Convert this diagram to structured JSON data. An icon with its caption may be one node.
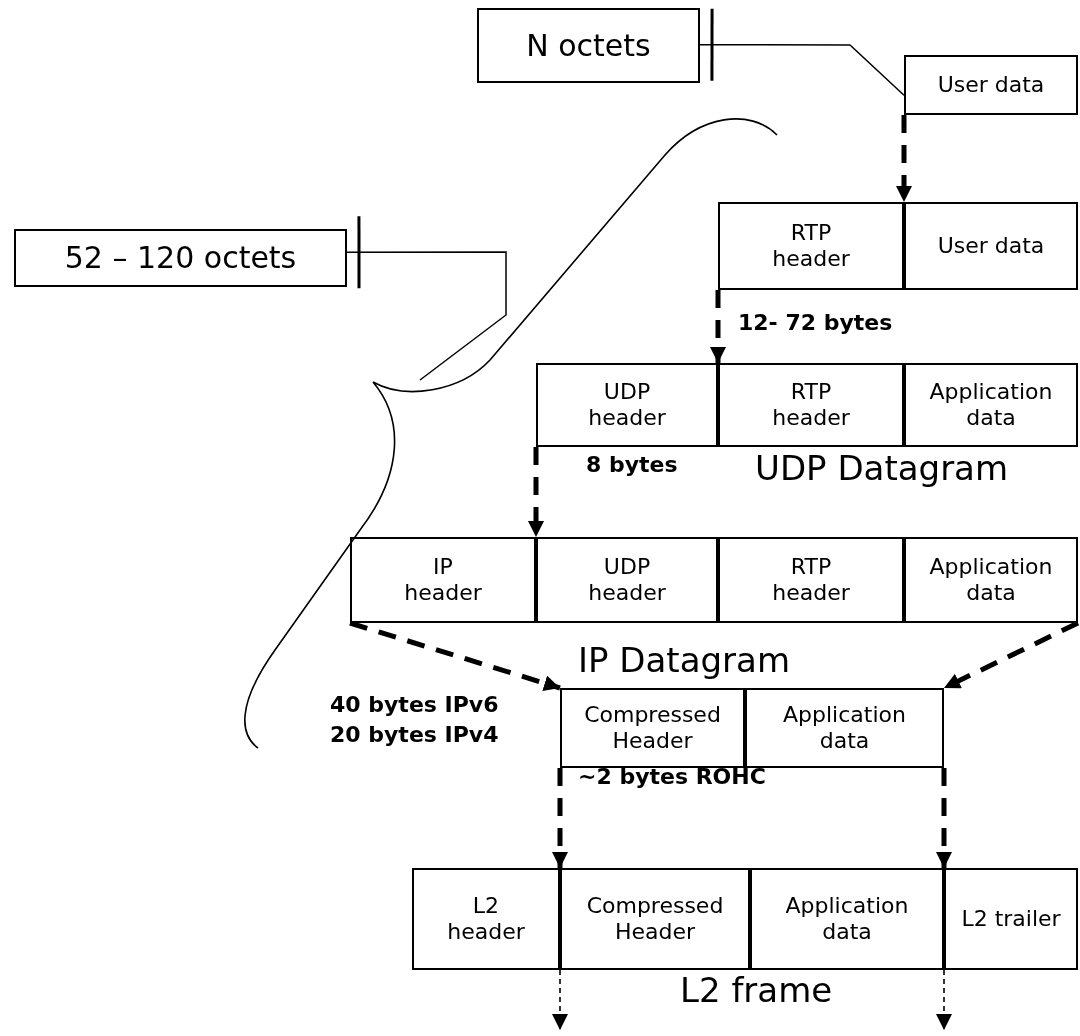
{
  "diagram": {
    "nodes": [
      {
        "text": [
          "N octets"
        ]
      },
      {
        "text": [
          "User data"
        ]
      },
      {
        "text": [
          "52 – 120 octets"
        ]
      },
      {
        "text": [
          "RTP header"
        ]
      },
      {
        "text": [
          "User data"
        ]
      },
      {
        "text": [
          "UDP header"
        ]
      },
      {
        "text": [
          "RTP header"
        ]
      },
      {
        "text": [
          "Application data"
        ]
      },
      {
        "text": [
          "IP header"
        ]
      },
      {
        "text": [
          "UDP header"
        ]
      },
      {
        "text": [
          "RTP header"
        ]
      },
      {
        "text": [
          "Application data"
        ]
      },
      {
        "text": [
          "Compressed Header"
        ]
      },
      {
        "text": [
          "Application data"
        ]
      },
      {
        "text": [
          "L2 header"
        ]
      },
      {
        "text": [
          "Compressed Header"
        ]
      },
      {
        "text": [
          "Application data"
        ]
      },
      {
        "text": [
          "L2 trailer"
        ]
      }
    ],
    "edges": [
      {
        "from": 0,
        "to": 1,
        "arrow": "other"
      },
      {
        "from": 2,
        "to": null,
        "arrow": "other"
      },
      {
        "from": 1,
        "to": 4,
        "arrow": "to",
        "style": "dashed"
      },
      {
        "from": 3,
        "to": 6,
        "arrow": "to",
        "style": "dashed"
      },
      {
        "from": 5,
        "to": 9,
        "arrow": "to",
        "style": "dashed"
      },
      {
        "from": 8,
        "to": 12,
        "arrow": "to",
        "style": "dashed"
      },
      {
        "from": 11,
        "to": 13,
        "arrow": "to",
        "style": "dashed"
      },
      {
        "from": 12,
        "to": 15,
        "arrow": "to",
        "style": "dashed"
      },
      {
        "from": 13,
        "to": 16,
        "arrow": "to",
        "style": "dashed"
      },
      {
        "from": 15,
        "to": null,
        "arrow": "to",
        "style": "dashed"
      },
      {
        "from": 16,
        "to": null,
        "arrow": "to",
        "style": "dashed"
      }
    ],
    "labels": [
      "12- 72 bytes",
      "8 bytes",
      "UDP Datagram",
      "40 bytes IPv6",
      "20 bytes IPv4",
      "IP Datagram",
      "~2 bytes ROHC",
      "L2 frame"
    ]
  }
}
